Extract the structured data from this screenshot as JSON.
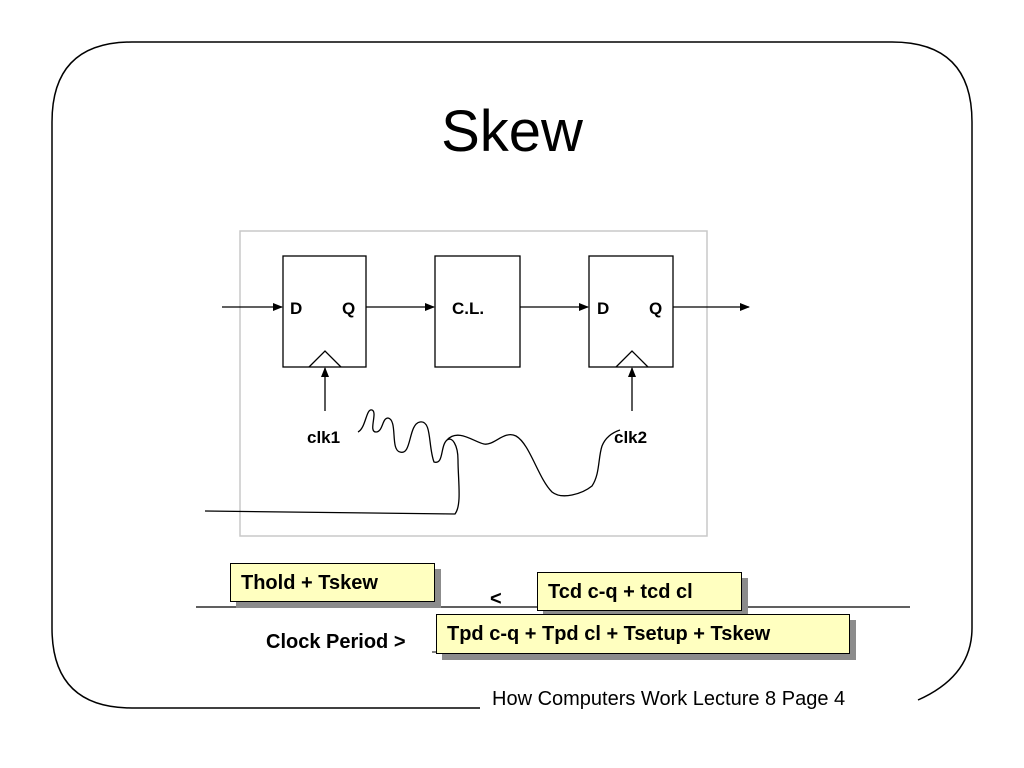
{
  "slide": {
    "title": "Skew",
    "footer": "How Computers Work Lecture 8 Page 4"
  },
  "diagram": {
    "ff1": {
      "d_label": "D",
      "q_label": "Q"
    },
    "logic": {
      "label": "C.L."
    },
    "ff2": {
      "d_label": "D",
      "q_label": "Q"
    },
    "clk1_label": "clk1",
    "clk2_label": "clk2"
  },
  "equations": {
    "hold_lhs": "Thold + Tskew",
    "less_than": "<",
    "hold_rhs": "Tcd c-q + tcd cl",
    "period_label": "Clock Period >",
    "period_rhs": "Tpd c-q + Tpd cl + Tsetup + Tskew"
  },
  "colors": {
    "box_fill": "#ffffc0",
    "box_shadow": "#8c8c8c"
  }
}
